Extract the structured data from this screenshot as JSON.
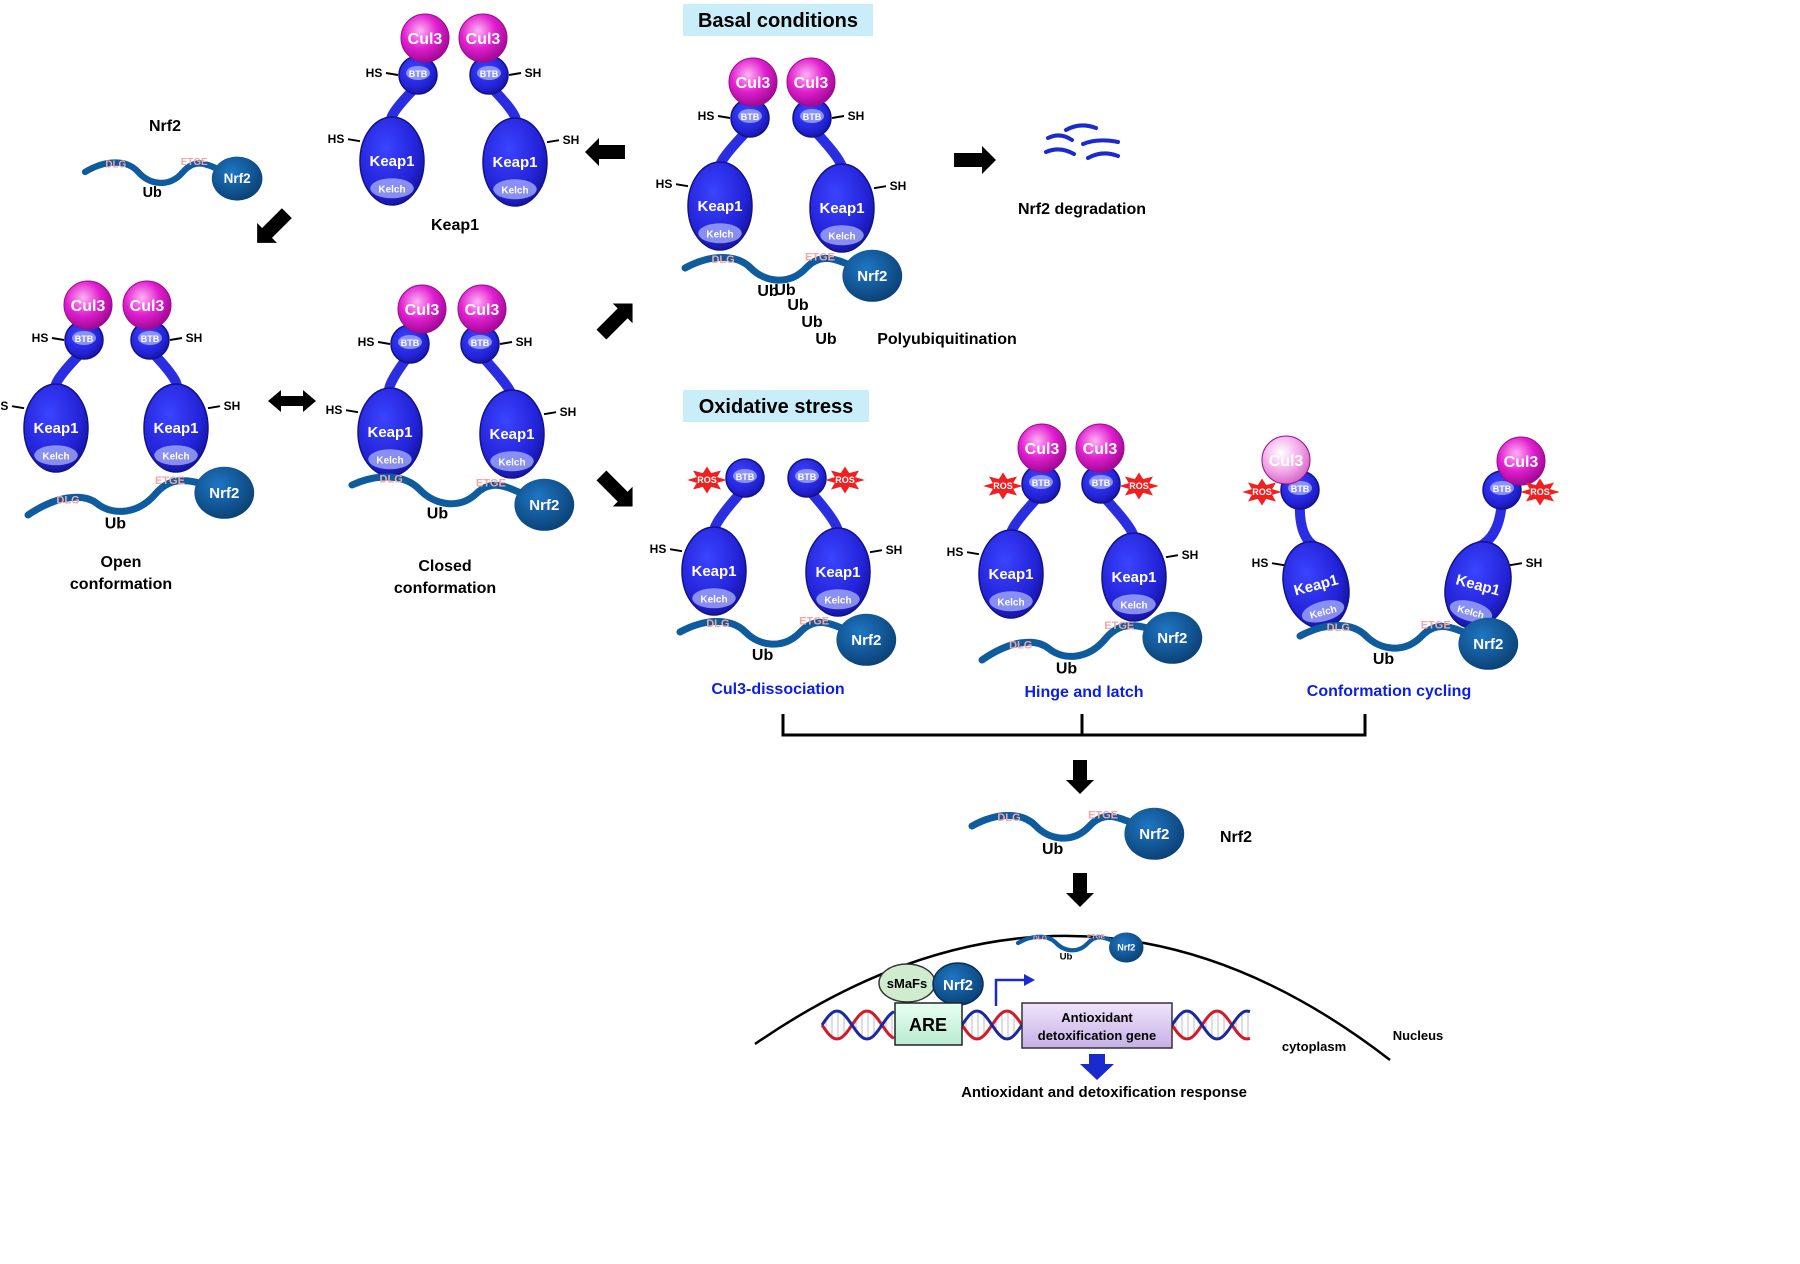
{
  "headers": {
    "basal": "Basal conditions",
    "oxidative": "Oxidative stress"
  },
  "labels": {
    "cul3": "Cul3",
    "btb": "BTB",
    "keap1": "Keap1",
    "kelch": "Kelch",
    "nrf2": "Nrf2",
    "dlg": "DLG",
    "etge": "ETGE",
    "ub": "Ub",
    "hs": "HS",
    "sh": "SH",
    "ros": "ROS"
  },
  "captions": {
    "nrf2_free": "Nrf2",
    "keap1_free": "Keap1",
    "open_line1": "Open",
    "open_line2": "conformation",
    "closed_line1": "Closed",
    "closed_line2": "conformation",
    "degradation": "Nrf2 degradation",
    "polyub": "Polyubiquitination",
    "nrf2_release": "Nrf2"
  },
  "mechanisms": {
    "cul3_dissociation": "Cul3-dissociation",
    "hinge_latch": "Hinge and latch",
    "conformation_cycling": "Conformation cycling"
  },
  "nucleus": {
    "smafs": "sMaFs",
    "are": "ARE",
    "gene_line1": "Antioxidant",
    "gene_line2": "detoxification gene",
    "cytoplasm": "cytoplasm",
    "nucleus": "Nucleus",
    "response": "Antioxidant and detoxification response"
  },
  "colors": {
    "cul3": "#e11fd0",
    "cul3_faded": "#f29ce8",
    "keap1": "#2a2ee0",
    "keap1_dark": "#1419a8",
    "nrf2_strand": "#0e5b9e",
    "nrf2_head": "#0c4f8a",
    "motif_text": "#f2a6a6",
    "ros": "#f02020",
    "header_bg": "#c9eefa",
    "mechanism_text": "#0b1ee6",
    "are_box": "#d9f7e6",
    "gene_box": "#dccbf0",
    "smafs": "#cfeccf"
  }
}
